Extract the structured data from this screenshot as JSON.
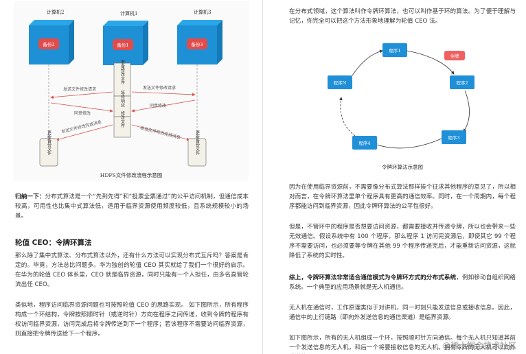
{
  "left": {
    "figure": {
      "computers": [
        "计算机2",
        "计算机1",
        "计算机3"
      ],
      "backups": [
        "备份2",
        "备份1",
        "备份3"
      ],
      "center_boxes": [
        "准备修改文件",
        "等待响应",
        "修改文件"
      ],
      "arrows": {
        "send_left": "发送文件修改请求",
        "send_right": "发送文件修改请求",
        "agree": "同意修改",
        "agree_right": "同意修改",
        "done_left": "发送文件修改完成消息",
        "done_right": "发送文件修改完成消息"
      },
      "update_boxes": [
        "更新备份文件",
        "更新备份文件"
      ],
      "caption": "HDFS文件修改流程示意图"
    },
    "p1_lead": "归纳一下：",
    "p1": "分布式算法是一个“先到先得”和“投票全票通过”的公平访问机制，但通信成本较高，可用性也比集中式算法低，适用于临界资源使用频度较低，且系统规模较小的场景。",
    "heading": "轮值 CEO：令牌环算法",
    "p2": "那么除了集中式算法、分布式算法以外，还有什么方法可以实现分布式互斥吗？答案是肯定的。毕竟，方法总比问题多。华为独创的轮值 CEO 其实就给了我们一个很好的启示。在华为的轮值 CEO 体系里，CEO 就是临界资源，同时只能有一个人担任，由多名高管轮流出任 CEO。",
    "p3": "类似地，程序访问临界资源问题也可按照轮值 CEO 的思路实现。 如下图所示，所有程序构成一个环结构，令牌按照顺时针（或逆时针）方向在程序之间传递，收到令牌的程序有权访问临界资源，访问完成后将令牌传送到下一个程序；若该程序不需要访问临界资源，则直接把令牌传送给下一个程序。"
  },
  "right": {
    "p1": "在分布式领域，这个算法叫作令牌环算法，也可以叫作基于环的算法。为了便于理解与记忆，你完全可以把这个方法形象地理解为轮值 CEO 法。",
    "figure": {
      "nodes": [
        "程序1",
        "程序2",
        "程序3",
        "程序4",
        "程序N"
      ],
      "token": "令牌",
      "caption": "令牌环算法示意图"
    },
    "p2": "因为在使用临界资源前，不需要像分布式算法那样挨个征求其他程序的意见了，所以相对而言，在令牌环算法里单个程序具有更高的通信效率。同时，在一个周期内，每个程序都能访问到临界资源，因此令牌环算法的公平性很好。",
    "p3": "但是，不管环中的程序是否想要访问资源，都需要接收并传递令牌，所以也会带来一些无效通信。假设系统中有 100 个程序，那么程序 1 访问完资源后，即使其它 99 个程序不需要访问，也必须要等令牌在其他 99 个程序传递完后，才能重新访问资源，这就降低了系统的实时性。",
    "p4_bold": "综上，令牌环算法非常适合通信模式为令牌环方式的分布式系统",
    "p4": "，例如移动自组织网络系统。一个典型的应用场景就是无人机通信。",
    "p5": "无人机在通信时，工作原理类似于对讲机，同一时刻只能发送信息或接收信息。因此，通信中的上行链路（即向外发送信息的通信渠道）是临界资源。",
    "p6": "如下图所示，所有的无人机组成一个环，按照顺时针方向通信。每个无人机只知道其前一个发送信息的无人机，和后一个将要接收信息的无人机。拥有令牌的无人机可以向外发送信",
    "watermark": "@稀土掘金技术社区"
  },
  "colors": {
    "cube_blue": "#1e90d6",
    "cube_top": "#2aa7e8",
    "backup_red": "#e34b4b",
    "node_blue": "#1f8fd8",
    "token_red": "#f06060",
    "arrow_red": "#d9534f"
  }
}
